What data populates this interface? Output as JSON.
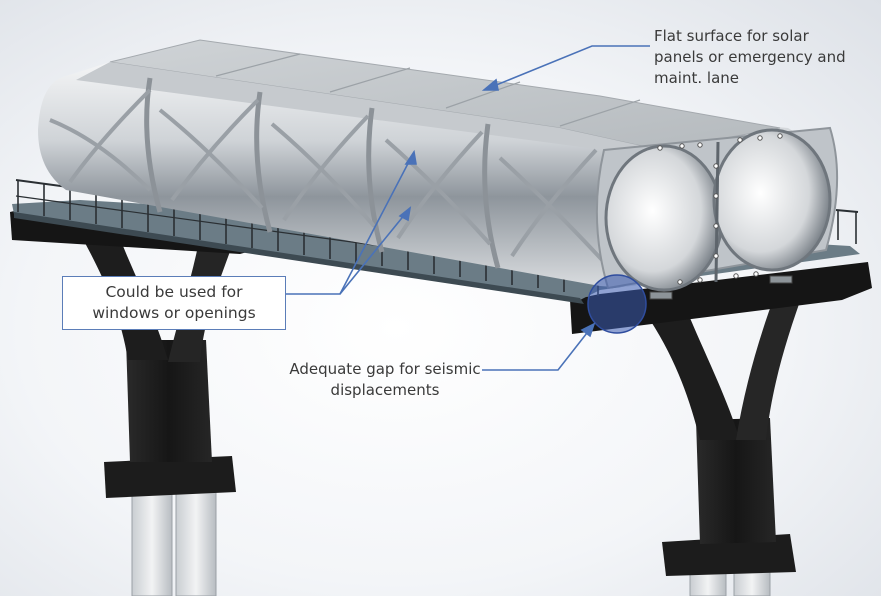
{
  "annotations": {
    "flat_surface": [
      "Flat surface for solar",
      "panels or emergency and",
      "maint. lane"
    ],
    "windows": [
      "Could be used for",
      "windows or openings"
    ],
    "seismic_gap": [
      "Adequate gap for seismic",
      "displacements"
    ]
  },
  "colors": {
    "callout_line": "#4a72b8",
    "concrete": "#1e1e1e",
    "tube_metal": "#d4d8dc",
    "deck": "#5c6e78",
    "highlight_circle": "#3b5bb0"
  }
}
